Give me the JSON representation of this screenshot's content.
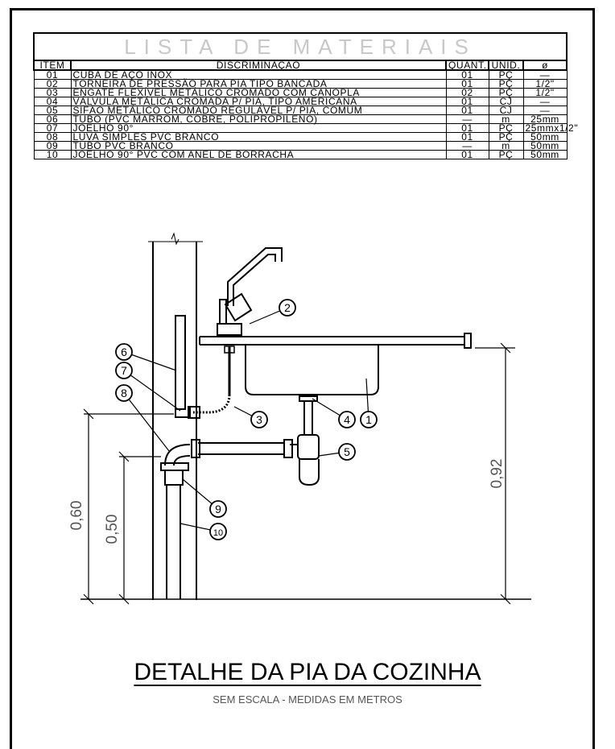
{
  "table": {
    "title": "LISTA DE MATERIAIS",
    "headers": [
      "ITEM",
      "DISCRIMINAÇÃO",
      "QUANT.",
      "UNID.",
      "ø"
    ],
    "rows": [
      [
        "01",
        "CUBA DE AÇO INOX",
        "01",
        "PÇ",
        "—"
      ],
      [
        "02",
        "TORNEIRA DE PRESSÃO PARA PIA TIPO BANCADA",
        "01",
        "PÇ",
        "1/2\""
      ],
      [
        "03",
        "ENGATE FLEXÍVEL METÁLICO CROMADO COM CANOPLA",
        "02",
        "PÇ",
        "1/2\""
      ],
      [
        "04",
        "VÁLVULA METÁLICA CROMADA P/ PIA, TIPO AMERICANA",
        "01",
        "CJ",
        "—"
      ],
      [
        "05",
        "SIFÃO METÁLICO CROMADO REGULÁVEL P/ PIA, COMUM",
        "01",
        "CJ",
        "—"
      ],
      [
        "06",
        "TUBO (PVC MARROM, COBRE, POLIPROPILENO)",
        "—",
        "m",
        "25mm"
      ],
      [
        "07",
        "JOELHO 90°",
        "01",
        "PÇ",
        "25mmx1/2\""
      ],
      [
        "08",
        "LUVA SIMPLES PVC BRANCO",
        "01",
        "PÇ",
        "50mm"
      ],
      [
        "09",
        "TUBO PVC BRANCO",
        "—",
        "m",
        "50mm"
      ],
      [
        "10",
        "JOELHO 90° PVC COM ANEL DE BORRACHA",
        "01",
        "PÇ",
        "50mm"
      ]
    ]
  },
  "callouts": [
    "1",
    "2",
    "3",
    "4",
    "5",
    "6",
    "7",
    "8",
    "9",
    "10"
  ],
  "dimensions": {
    "d060": "0,60",
    "d050": "0,50",
    "d092": "0,92"
  },
  "drawing_title": "DETALHE DA PIA DA COZINHA",
  "drawing_subtitle": "SEM ESCALA - MEDIDAS EM METROS"
}
